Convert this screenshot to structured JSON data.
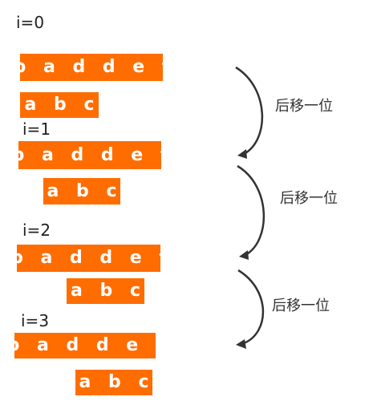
{
  "text": "b a d d e f",
  "pattern": "a b c",
  "steps": [
    {
      "label": "i=0"
    },
    {
      "label": "i=1"
    },
    {
      "label": "i=2"
    },
    {
      "label": "i=3"
    }
  ],
  "shift_labels": [
    "后移一位",
    "后移一位",
    "后移一位"
  ],
  "colors": {
    "box": "#ff6d00",
    "box_text": "#ffffff",
    "arrow": "#333333"
  }
}
